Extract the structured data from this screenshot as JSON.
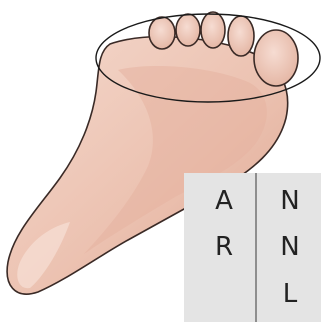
{
  "colors": {
    "skin_light": "#f2d2c6",
    "skin_mid": "#e8b9a7",
    "skin_shadow": "#d49b86",
    "outline": "#3a2a26",
    "panel": "#e4e4e4",
    "panel_divider": "#555555",
    "letters": "#222222",
    "ellipse": "#1a1a1a"
  },
  "image": {
    "subject": "foot-sole",
    "highlight": "toe-region-ellipse"
  },
  "grid": {
    "left_column": [
      "A",
      "R"
    ],
    "right_column": [
      "N",
      "N",
      "L"
    ]
  }
}
